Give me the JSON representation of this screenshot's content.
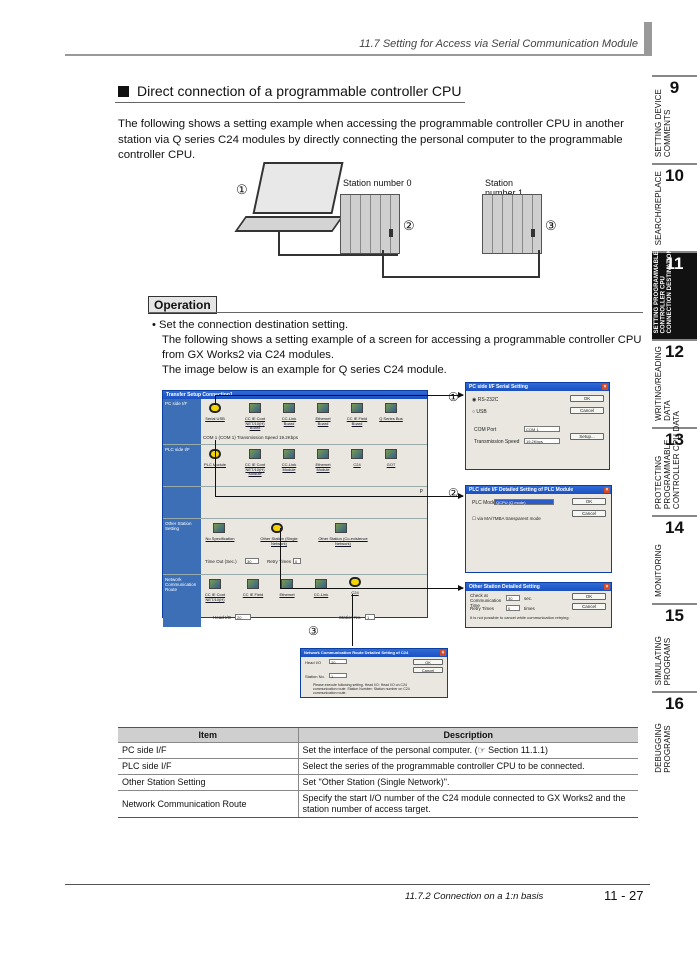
{
  "header": {
    "title": "11.7 Setting for Access via Serial Communication Module"
  },
  "side_tabs": [
    {
      "num": "9",
      "label": "SETTING DEVICE\nCOMMENTS",
      "active": false
    },
    {
      "num": "10",
      "label": "SEARCH/REPLACE",
      "active": false
    },
    {
      "num": "11",
      "label": "SETTING PROGRAMMABLE\nCONTROLLER CPU\nCONNECTION DESTINATION",
      "active": true
    },
    {
      "num": "12",
      "label": "WRITING/READING\nDATA",
      "active": false
    },
    {
      "num": "13",
      "label": "PROTECTING\nPROGRAMMABLE\nCONTROLLER CPU DATA",
      "active": false
    },
    {
      "num": "14",
      "label": "MONITORING",
      "active": false
    },
    {
      "num": "15",
      "label": "SIMULATING\nPROGRAMS",
      "active": false
    },
    {
      "num": "16",
      "label": "DEBUGGING\nPROGRAMS",
      "active": false
    }
  ],
  "section": {
    "heading": "Direct connection of a programmable controller CPU",
    "intro": "The following shows a setting example when accessing the programmable controller CPU in another station via Q series C24 modules by directly connecting the personal computer to the programmable controller CPU."
  },
  "diagram": {
    "station0": "Station number 0",
    "station1": "Station number 1",
    "m1": "①",
    "m2": "②",
    "m3": "③"
  },
  "operation": {
    "badge": "Operation",
    "bullet": "• Set the connection destination setting.",
    "line2": "The following shows a setting example of a screen for accessing a programmable controller CPU from GX Works2 via C24 modules.",
    "line3": "The image below is an example for Q series C24 module."
  },
  "screenshot": {
    "main": {
      "title": "Transfer Setup Connection1",
      "pc_side": "PC side I/F",
      "plc_side": "PLC side I/F",
      "other": "Other Station Setting",
      "route": "Network Communication Route",
      "pc_icons": [
        "Serial USB",
        "CC IE Cont NET/10(H) Board",
        "CC-Link Board",
        "Ethernet Board",
        "CC IE Field Board",
        "Q Series Bus"
      ],
      "com_text": "COM 1 (COM 1)   Transmission Speed  19.2Kbps",
      "plc_icons": [
        "PLC Module",
        "CC IE Cont NET/10(H) Module",
        "CC-Link Module",
        "Ethernet Module",
        "C24",
        "GOT"
      ],
      "other_icons": [
        "No Specification",
        "Other Station (Single Network)",
        "Other Station (Co-existence Network)"
      ],
      "timeout": "Time Out (Sec.)",
      "timeout_val": "30",
      "retry": "Retry Times",
      "retry_val": "0",
      "route_icons": [
        "CC IE Cont NET/10(H)",
        "CC IE Field",
        "Ethernet",
        "CC-Link",
        "C24"
      ],
      "head_io": "Head I/O",
      "head_io_val": "20",
      "station_no": "Station No.",
      "station_no_val": "1",
      "p_label": "P"
    },
    "serial": {
      "title": "PC side I/F Serial Setting",
      "rs232c": "RS-232C",
      "usb": "USB",
      "com_port": "COM Port",
      "com_val": "COM 1",
      "speed": "Transmission Speed",
      "speed_val": "19.2Kbps",
      "ok": "OK",
      "cancel": "Cancel",
      "setup": "Setup..."
    },
    "plc_detail": {
      "title": "PLC side I/F Detailed Setting of PLC Module",
      "mode": "PLC Mode",
      "mode_val": "QCPU (Q mode)",
      "check": "via MA/7MBA transparent mode",
      "ok": "OK",
      "cancel": "Cancel"
    },
    "other_detail": {
      "title": "Other Station Detailed Setting",
      "check_at": "Check at Communication Time",
      "check_val": "30",
      "sec": "sec.",
      "retry": "Retry Times",
      "retry_val": "0",
      "times": "times",
      "note": "It is not possible to cancel while communication retrying.",
      "ok": "OK",
      "cancel": "Cancel"
    },
    "net_detail": {
      "title": "Network Communication Route Detailed Setting of C24",
      "head_io": "Head I/O",
      "head_io_val": "20",
      "station": "Station No.",
      "station_val": "1",
      "ok": "OK",
      "cancel": "Cancel",
      "note": "Please execute following setting. Head I/O: Head I/O on C24 communication route. Station Number: Station number on C24 communication route."
    },
    "m1": "①",
    "m2": "②",
    "m3": "③"
  },
  "table": {
    "headers": [
      "Item",
      "Description"
    ],
    "rows": [
      [
        "PC side I/F",
        "Set the interface of the personal computer. (☞ Section 11.1.1)"
      ],
      [
        "PLC side I/F",
        "Select the series of the programmable controller CPU to be connected."
      ],
      [
        "Other Station Setting",
        "Set \"Other Station (Single Network)\"."
      ],
      [
        "Network Communication Route",
        "Specify the start I/O number of the C24 module connected to GX Works2 and the station number of access target."
      ]
    ]
  },
  "footer": {
    "section": "11.7.2 Connection on a 1:n basis",
    "page": "11 - 27"
  }
}
